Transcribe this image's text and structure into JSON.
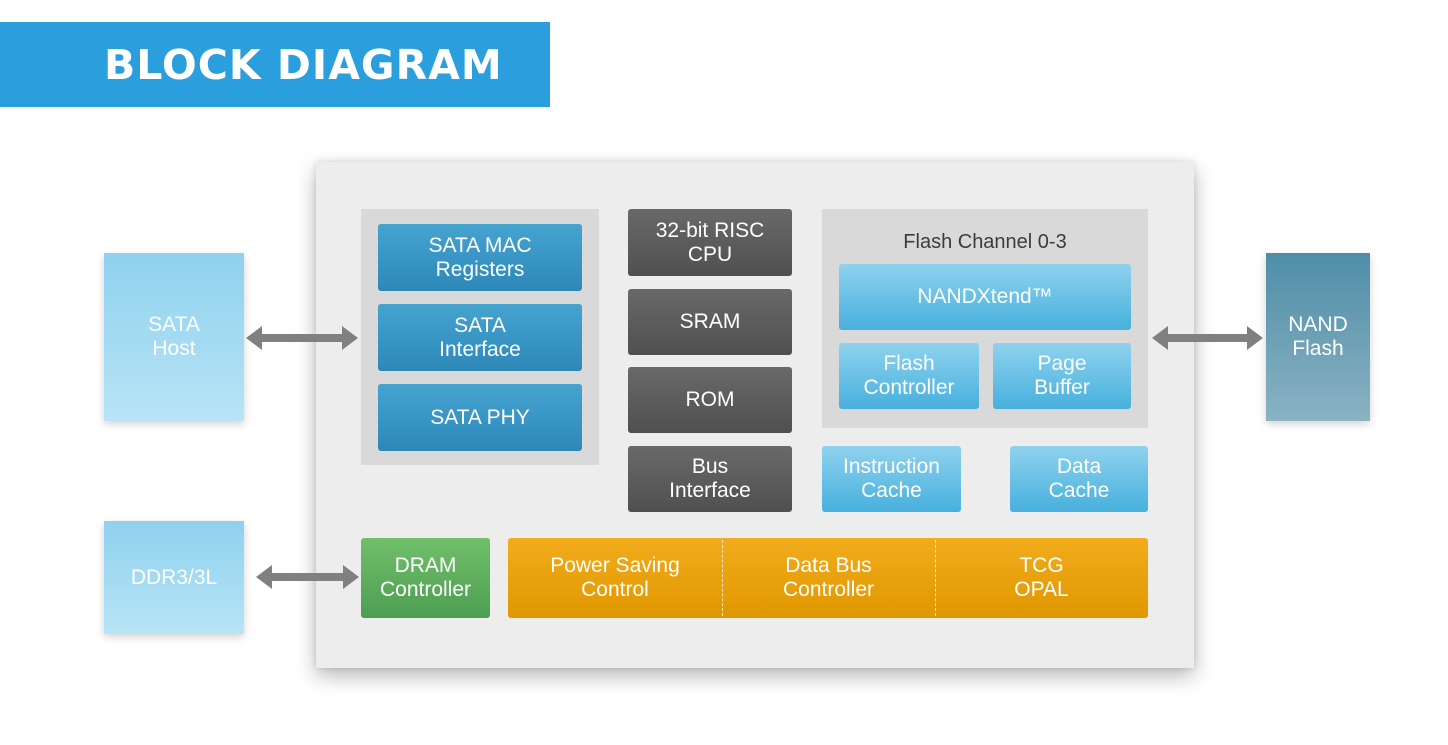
{
  "title": "BLOCK DIAGRAM",
  "external": {
    "sata_host": "SATA\nHost",
    "ddr": "DDR3/3L",
    "nand_flash": "NAND\nFlash"
  },
  "sata_group": {
    "mac_registers": "SATA MAC\nRegisters",
    "interface": "SATA\nInterface",
    "phy": "SATA PHY"
  },
  "cpu_column": {
    "cpu": "32-bit RISC\nCPU",
    "sram": "SRAM",
    "rom": "ROM",
    "bus_interface": "Bus\nInterface"
  },
  "flash_channel": {
    "title": "Flash Channel 0-3",
    "nandxtend": "NANDXtend™",
    "flash_controller": "Flash\nController",
    "page_buffer": "Page\nBuffer"
  },
  "caches": {
    "instruction": "Instruction\nCache",
    "data": "Data\nCache"
  },
  "dram_controller": "DRAM\nController",
  "orange_bar": {
    "power_saving": "Power Saving\nControl",
    "data_bus": "Data Bus\nController",
    "tcg": "TCG\nOPAL"
  },
  "colors": {
    "banner": "#2b9ede",
    "blue_dark": "#2d88b8",
    "blue_light": "#47b0dd",
    "gray": "#5a5a5a",
    "green": "#5aa85a",
    "orange": "#e8a00a",
    "arrow": "#808080"
  }
}
